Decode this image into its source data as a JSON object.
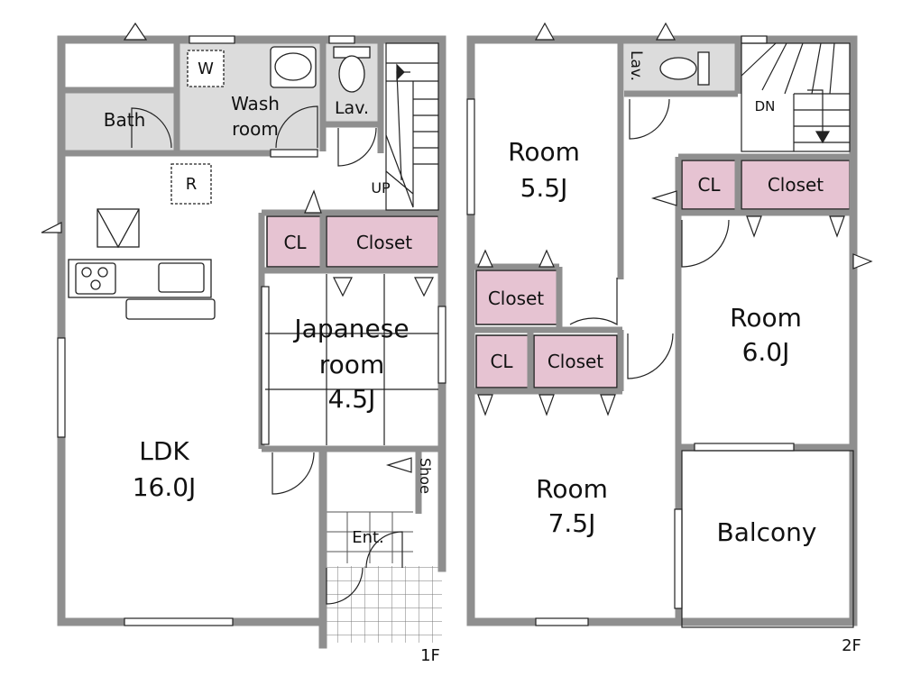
{
  "floor1": {
    "floor_label": "1F",
    "rooms": {
      "bath": "Bath",
      "wash_line1": "Wash",
      "wash_line2": "room",
      "lav": "Lav.",
      "washer": "W",
      "fridge": "R",
      "stairs_up": "UP",
      "cl": "CL",
      "closet": "Closet",
      "japanese_line1": "Japanese",
      "japanese_line2": "room",
      "japanese_size": "4.5J",
      "ldk_line1": "LDK",
      "ldk_line2": "16.0J",
      "shoe": "Shoe",
      "entrance": "Ent."
    }
  },
  "floor2": {
    "floor_label": "2F",
    "rooms": {
      "lav": "Lav.",
      "stairs_down": "DN",
      "room_a_line1": "Room",
      "room_a_line2": "5.5J",
      "closet_a": "Closet",
      "cl_b": "CL",
      "closet_b": "Closet",
      "cl_c": "CL",
      "closet_c": "Closet",
      "room_b_line1": "Room",
      "room_b_line2": "6.0J",
      "room_c_line1": "Room",
      "room_c_line2": "7.5J",
      "balcony": "Balcony"
    }
  },
  "colors": {
    "wall": "#8f8f8f",
    "wet_area": "#dcdcdc",
    "closet": "#e6c3d2",
    "line": "#222222"
  }
}
